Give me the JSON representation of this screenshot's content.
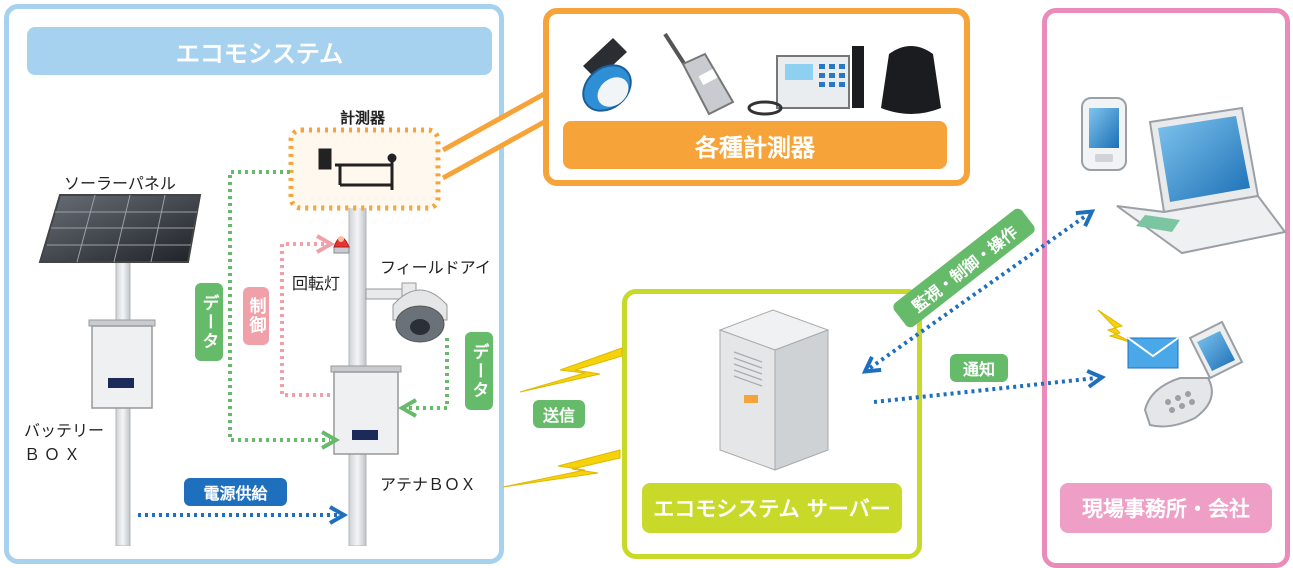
{
  "eco_system": {
    "title": "エコモシステム"
  },
  "instruments": {
    "title": "各種計測器"
  },
  "server": {
    "title": "エコモシステム サーバー"
  },
  "office": {
    "title": "現場事務所・会社"
  },
  "labels": {
    "solar_panel": "ソーラーパネル",
    "battery_line1": "バッテリー",
    "battery_line2": "ＢＯＸ",
    "measuring_device": "計測器",
    "rotating_light": "回転灯",
    "field_eye": "フィールドアイ",
    "antenna_box": "アテナＢＯＸ"
  },
  "tags": {
    "data_left": "データ",
    "control": "制御",
    "data_right": "データ",
    "power_supply": "電源供給",
    "transmit": "送信",
    "monitor_control_operate": "監視・制御・操作",
    "notify": "通知"
  },
  "colors": {
    "eco_blue": "#a7d2ef",
    "instrument_orange": "#f6a33a",
    "server_lime": "#c8d92a",
    "office_pink": "#e98cbb",
    "data_green": "#66bb6a",
    "control_pink": "#f0a0a8",
    "arrow_blue": "#1f6fbf",
    "signal_yellow": "#f5d20a"
  }
}
